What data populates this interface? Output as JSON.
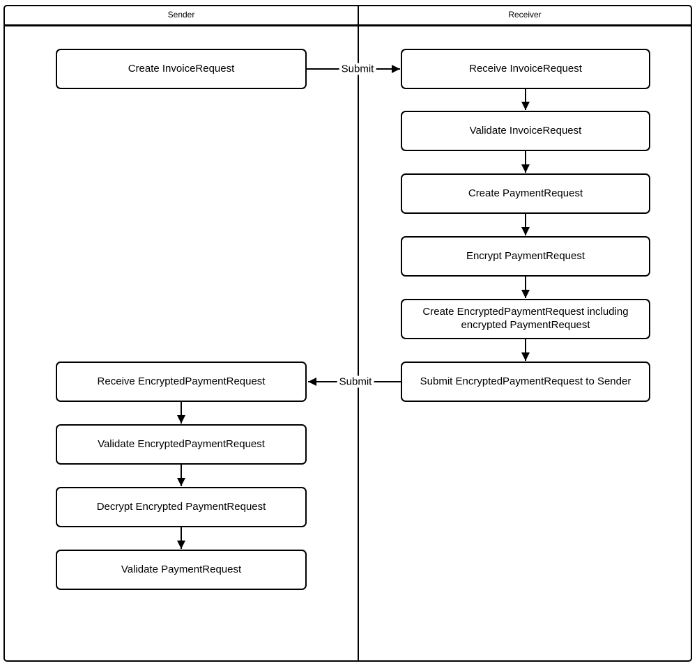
{
  "lanes": {
    "sender": {
      "title": "Sender",
      "boxes": [
        {
          "label": "Create InvoiceRequest"
        },
        {
          "label": "Receive EncryptedPaymentRequest"
        },
        {
          "label": "Validate EncryptedPaymentRequest"
        },
        {
          "label": "Decrypt Encrypted PaymentRequest"
        },
        {
          "label": "Validate PaymentRequest"
        }
      ]
    },
    "receiver": {
      "title": "Receiver",
      "boxes": [
        {
          "label": "Receive InvoiceRequest"
        },
        {
          "label": "Validate InvoiceRequest"
        },
        {
          "label": "Create PaymentRequest"
        },
        {
          "label": "Encrypt PaymentRequest"
        },
        {
          "label": "Create EncryptedPaymentRequest including encrypted PaymentRequest"
        },
        {
          "label": "Submit EncryptedPaymentRequest to Sender"
        }
      ]
    }
  },
  "arrows": {
    "submit_top_label": "Submit",
    "submit_bottom_label": "Submit"
  },
  "colors": {
    "line": "#000000",
    "background": "#ffffff"
  }
}
